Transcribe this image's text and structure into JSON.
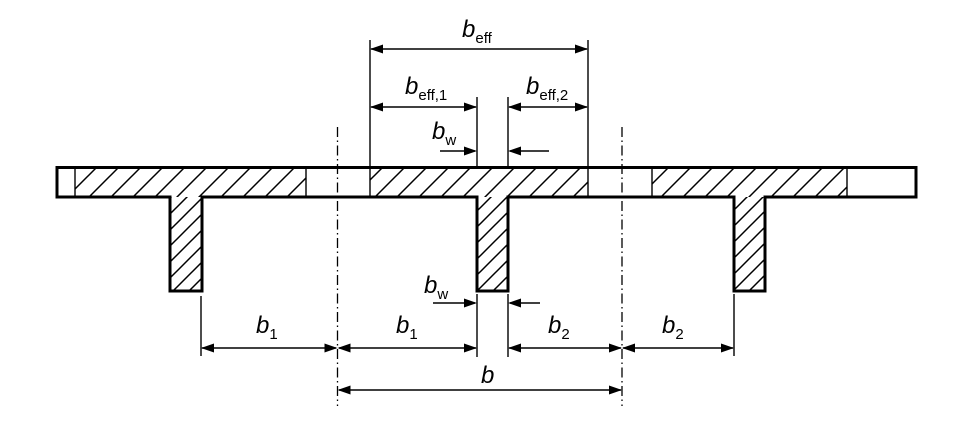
{
  "diagram": {
    "colors": {
      "ink": "#000000",
      "background": "#ffffff"
    },
    "labels": {
      "b_eff": {
        "base": "b",
        "sub": "eff"
      },
      "b_eff_1": {
        "base": "b",
        "sub": "eff,1"
      },
      "b_eff_2": {
        "base": "b",
        "sub": "eff,2"
      },
      "b_w_top": {
        "base": "b",
        "sub": "w"
      },
      "b_w_bottom": {
        "base": "b",
        "sub": "w"
      },
      "b_1_left": {
        "base": "b",
        "sub": "1"
      },
      "b_1_right": {
        "base": "b",
        "sub": "1"
      },
      "b_2_left": {
        "base": "b",
        "sub": "2"
      },
      "b_2_right": {
        "base": "b",
        "sub": "2"
      },
      "b_total": {
        "base": "b",
        "sub": ""
      }
    }
  }
}
